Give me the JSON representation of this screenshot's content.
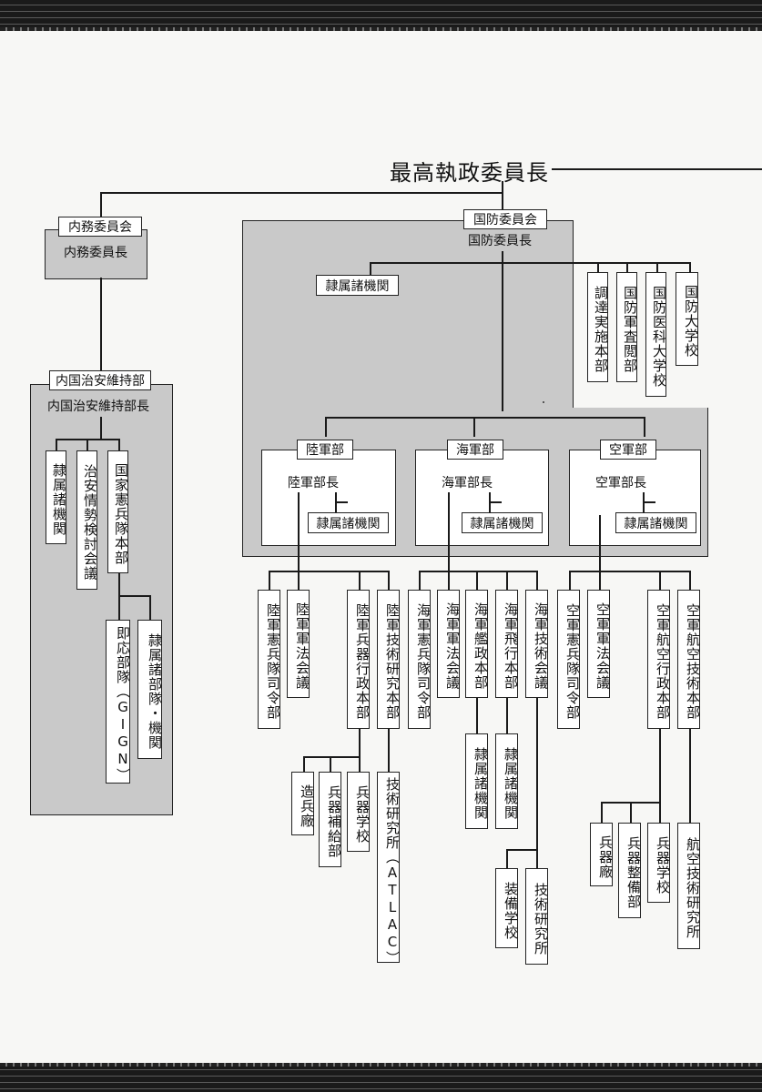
{
  "top": {
    "title": "最高執政委員長"
  },
  "interior": {
    "committee": "内務委員会",
    "chair": "内務委員長",
    "security_dept": "内国治安維持部",
    "security_chief": "内国治安維持部長",
    "units": [
      "隷属諸機関",
      "治安情勢検討会議",
      "国家憲兵隊本部"
    ],
    "gendarmerie_sub": [
      "即応部隊（GIGN）",
      "隷属諸部隊・機関"
    ]
  },
  "defense": {
    "committee": "国防委員会",
    "chair": "国防委員長",
    "subordinate": "隷属諸機関",
    "agencies": [
      "調達実施本部",
      "国防軍査閲部",
      "国防医科大学校",
      "国防大学校"
    ]
  },
  "army": {
    "dept": "陸軍部",
    "chief": "陸軍部長",
    "subordinate": "隷属諸機関",
    "units": [
      "陸軍憲兵隊司令部",
      "陸軍軍法会議",
      "陸軍兵器行政本部",
      "陸軍技術研究本部"
    ],
    "ordnance_sub": [
      "造兵廠",
      "兵器補給部",
      "兵器学校"
    ],
    "research_sub": "技術研究所（ATLAC）"
  },
  "navy": {
    "dept": "海軍部",
    "chief": "海軍部長",
    "subordinate": "隷属諸機関",
    "units": [
      "海軍憲兵隊司令部",
      "海軍軍法会議",
      "海軍艦政本部",
      "海軍飛行本部",
      "海軍技術会議"
    ],
    "ship_sub": "隷属諸機関",
    "flight_sub": "隷属諸機関",
    "tech_sub": [
      "装備学校",
      "技術研究所"
    ]
  },
  "airforce": {
    "dept": "空軍部",
    "chief": "空軍部長",
    "subordinate": "隷属諸機関",
    "units": [
      "空軍憲兵隊司令部",
      "空軍軍法会議",
      "空軍航空行政本部",
      "空軍航空技術本部"
    ],
    "aviation_sub": [
      "兵器廠",
      "兵器整備部",
      "兵器学校"
    ],
    "tech_sub": "航空技術研究所"
  }
}
